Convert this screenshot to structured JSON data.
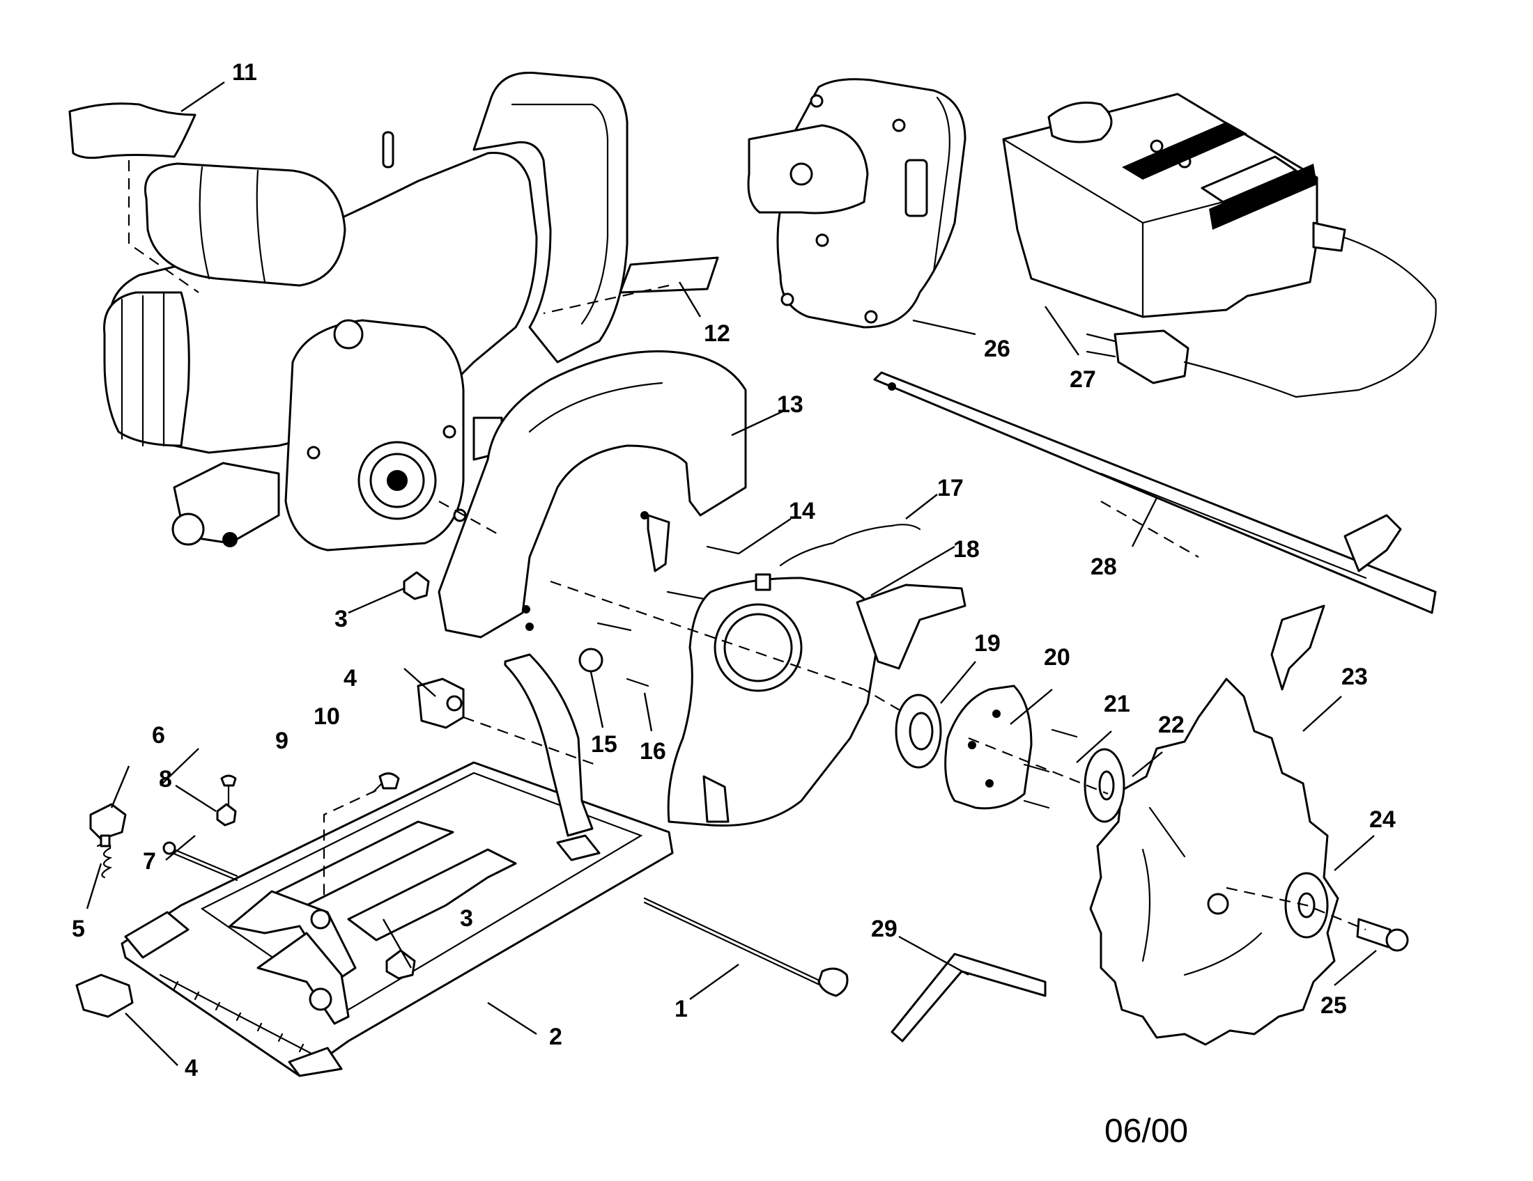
{
  "callouts": {
    "c1": "1",
    "c2": "2",
    "c3a": "3",
    "c3b": "3",
    "c4a": "4",
    "c4b": "4",
    "c5": "5",
    "c6": "6",
    "c7": "7",
    "c8": "8",
    "c9": "9",
    "c10": "10",
    "c11": "11",
    "c12": "12",
    "c13": "13",
    "c14": "14",
    "c15": "15",
    "c16": "16",
    "c17": "17",
    "c18": "18",
    "c19": "19",
    "c20": "20",
    "c21": "21",
    "c22": "22",
    "c23": "23",
    "c24": "24",
    "c25": "25",
    "c26": "26",
    "c27": "27",
    "c28": "28",
    "c29": "29"
  },
  "footer": {
    "date_code": "06/00"
  },
  "colors": {
    "ink": "#000000",
    "paper": "#ffffff"
  }
}
